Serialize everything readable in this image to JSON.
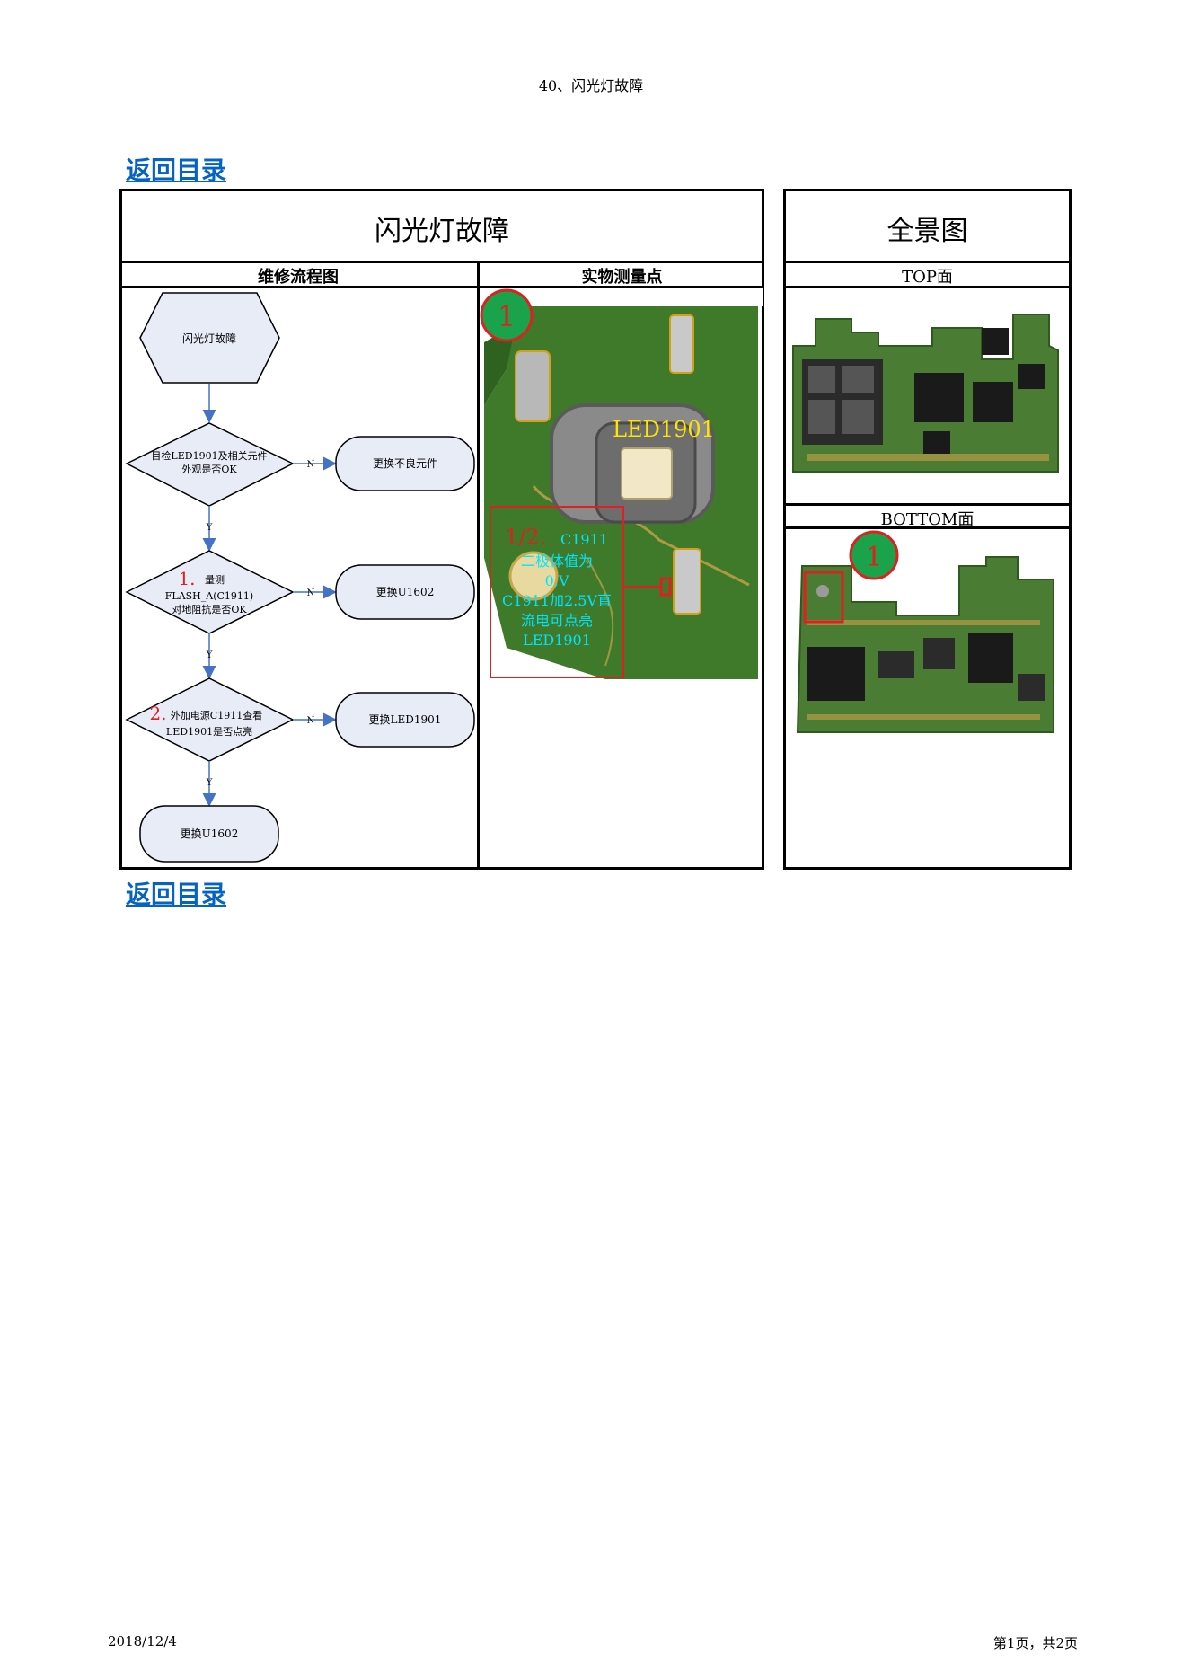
{
  "page_header": "40、闪光灯故障",
  "back_link_top": "返回目录",
  "back_link_bottom": "返回目录",
  "main_table": {
    "title": "闪光灯故障",
    "col_flow": "维修流程图",
    "col_photo": "实物测量点"
  },
  "side_table": {
    "title": "全景图",
    "top_label": "TOP面",
    "bottom_label": "BOTTOM面"
  },
  "flowchart": {
    "start": "闪光灯故障",
    "d1_line1": "目检LED1901及相关元件",
    "d1_line2": "外观是否OK",
    "r1": "更换不良元件",
    "d2_num": "1.",
    "d2_line1": "量测",
    "d2_line2": "FLASH_A(C1911)",
    "d2_line3": "对地阻抗是否OK",
    "r2": "更换U1602",
    "d3_num": "2.",
    "d3_line1": "外加电源C1911查看",
    "d3_line2": "LED1901是否点亮",
    "r3": "更换LED1901",
    "end": "更换U1602",
    "n_label": "N",
    "y_label": "Y"
  },
  "photo": {
    "badge": "1",
    "led_label": "LED1901",
    "note_num": "1/2.",
    "note_l1": "C1911",
    "note_l2": "二极体值为",
    "note_l3": "0.V",
    "note_l4": "C1911加2.5V直",
    "note_l5": "流电可点亮",
    "note_l6": "LED1901"
  },
  "board_bottom_badge": "1",
  "footer_date": "2018/12/4",
  "footer_page": "第1页，共2页",
  "colors": {
    "link": "#0563c1",
    "flow_fill": "#e8ecf7",
    "arrow": "#4472c4",
    "pcb_green": "#3f7a2a",
    "marker_red": "#e02020",
    "badge_green": "#1aa34a",
    "note_cyan": "#00e5ff",
    "led_yellow": "#ffe600"
  }
}
